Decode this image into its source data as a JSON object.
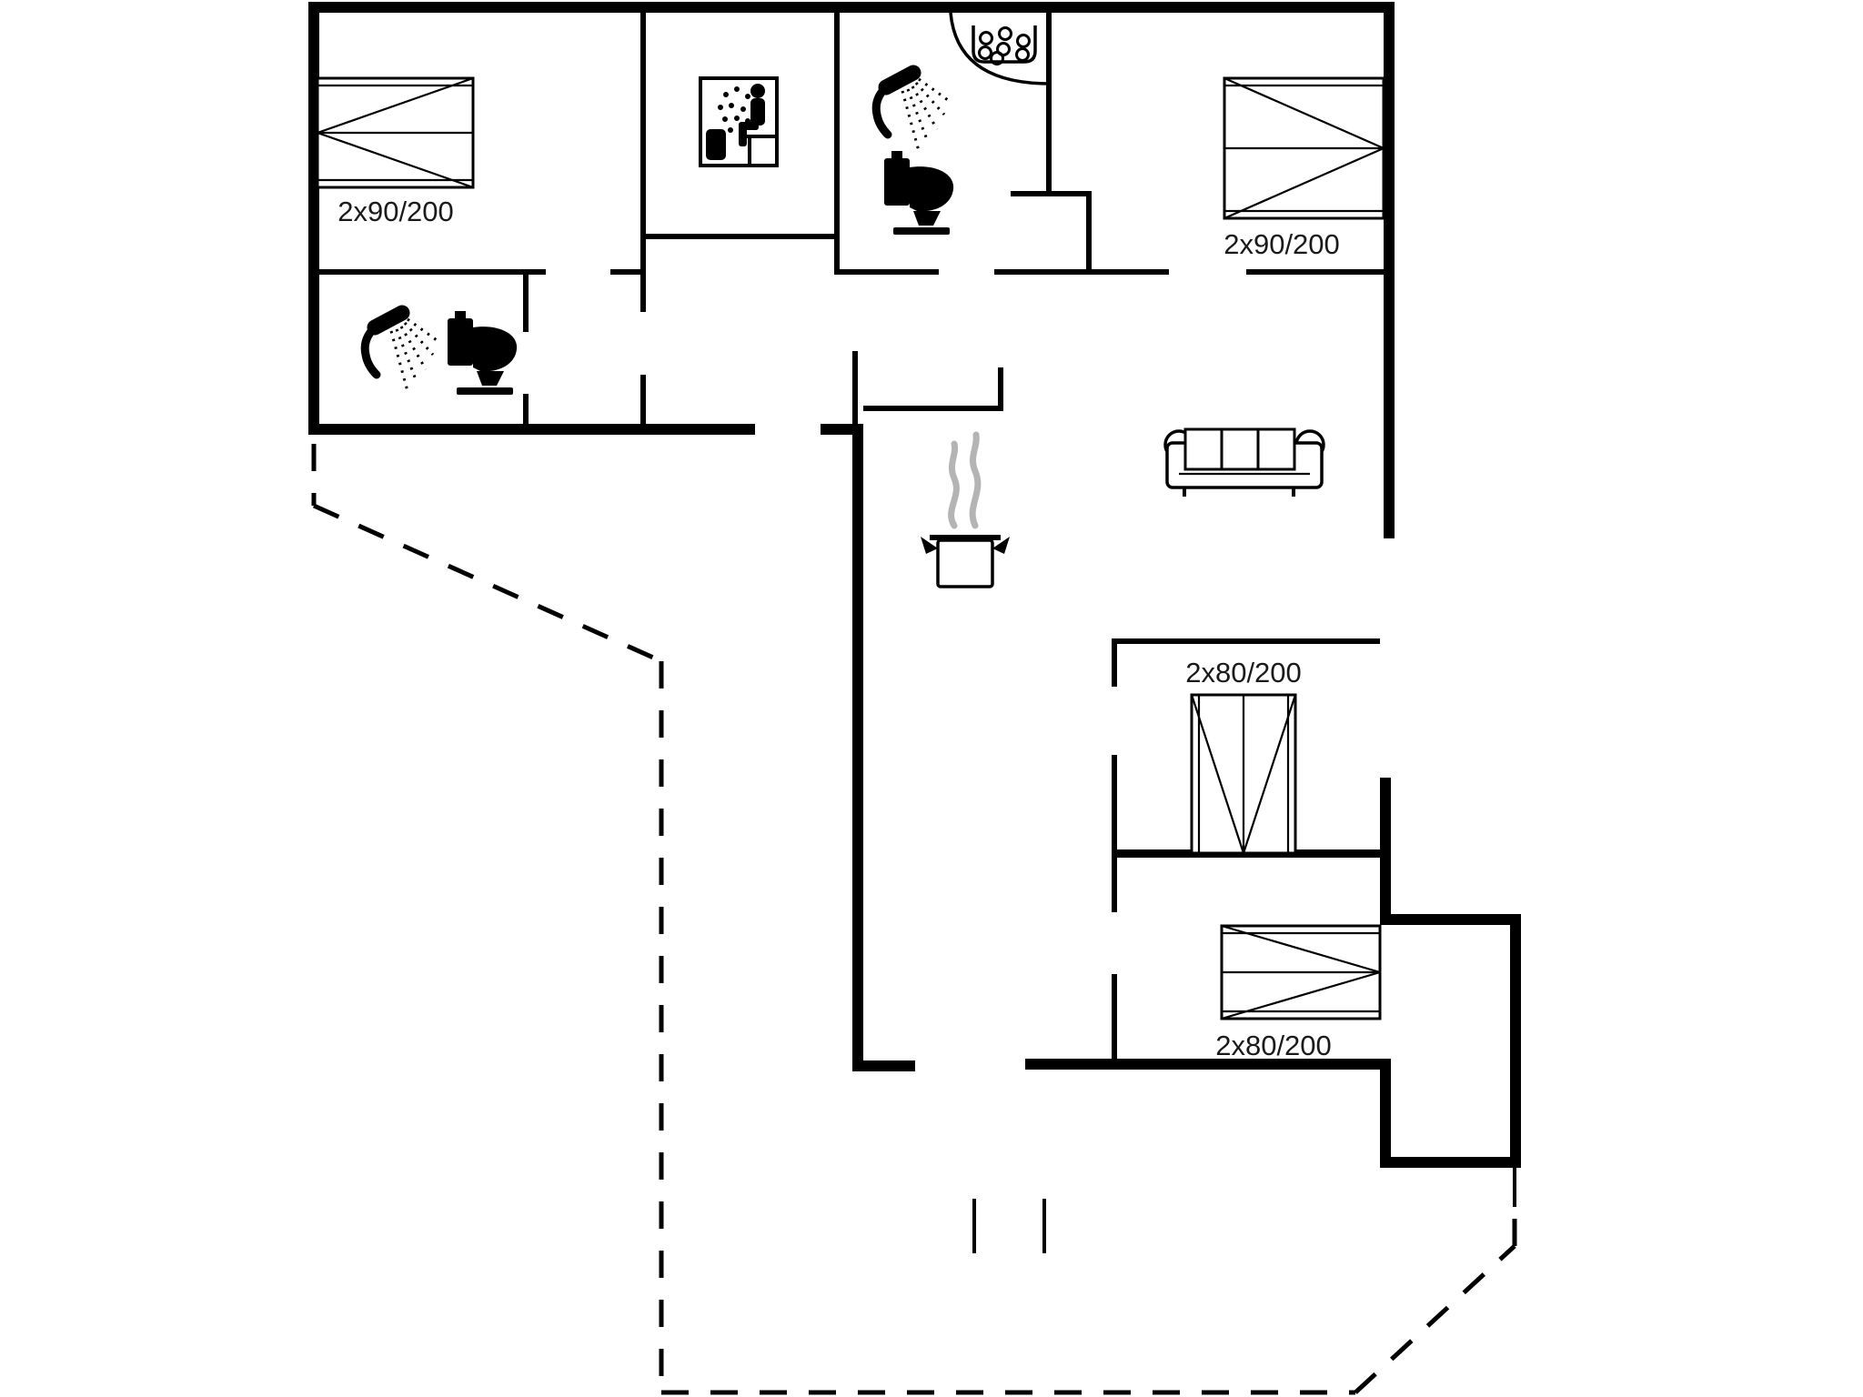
{
  "colors": {
    "wall": "#000000",
    "bg": "#ffffff",
    "steam": "#b4b4b4",
    "label": "#1a1a1a"
  },
  "floorplan": {
    "type": "vacation-house-floor-plan",
    "beds": [
      {
        "name": "bed-top-left",
        "size_label": "2x90/200"
      },
      {
        "name": "bed-top-right",
        "size_label": "2x90/200"
      },
      {
        "name": "bed-middle-right",
        "size_label": "2x80/200"
      },
      {
        "name": "bed-bottom-right",
        "size_label": "2x80/200"
      }
    ],
    "fixtures": [
      "sauna",
      "whirlpool",
      "shower-top-bathroom",
      "toilet-top-bathroom",
      "shower-left-bathroom",
      "toilet-left-bathroom",
      "cooking-pot",
      "sofa"
    ],
    "boundary": "dashed-terrace-outline"
  }
}
